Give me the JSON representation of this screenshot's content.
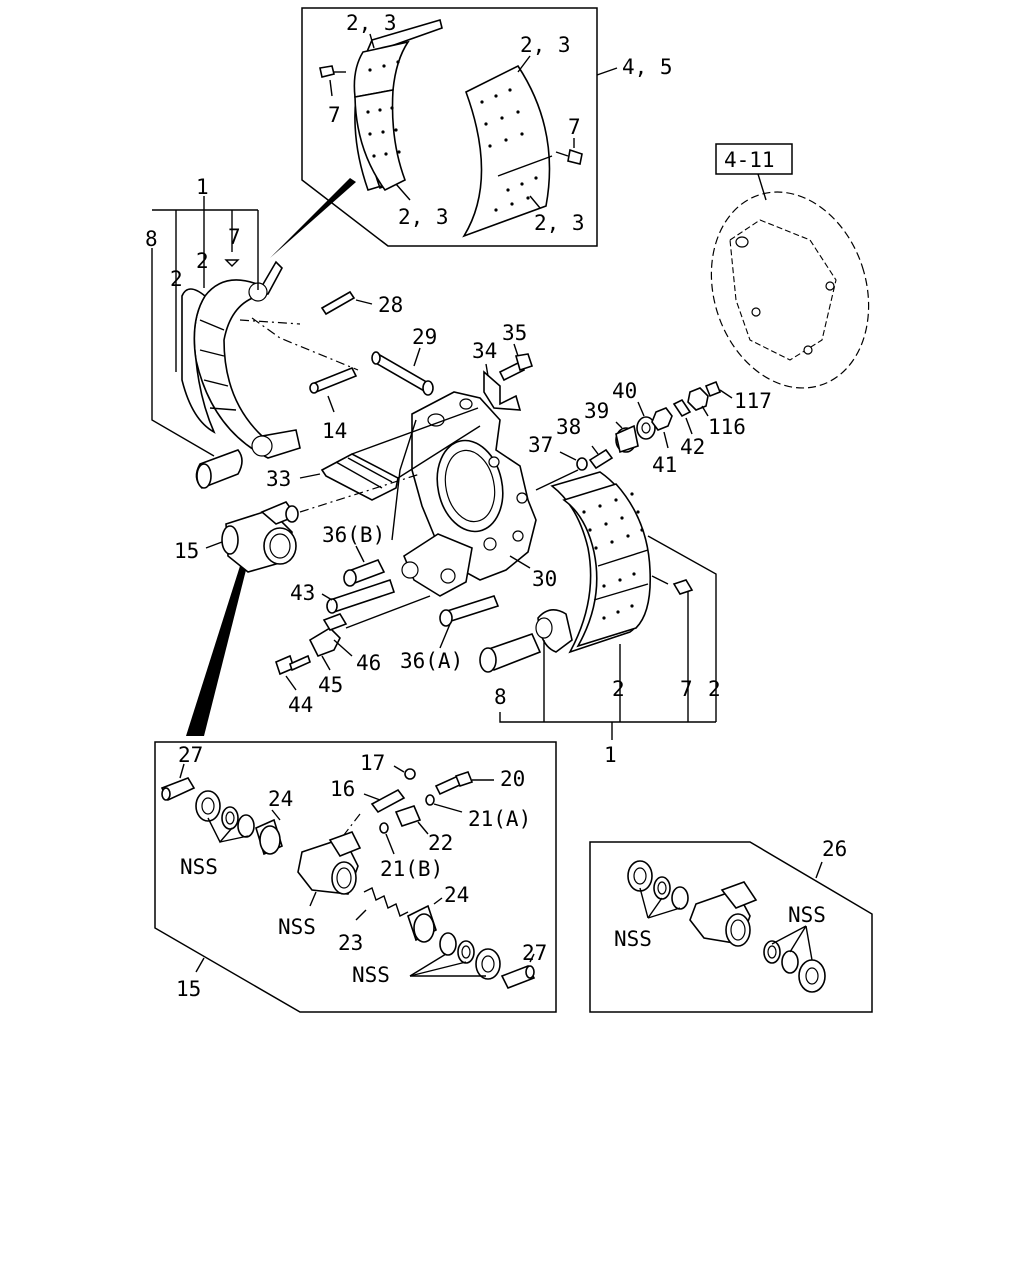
{
  "labels": {
    "shoe_lining_top_a": "2, 3",
    "shoe_lining_top_b": "2, 3",
    "shoe_lining_bottom_a": "2, 3",
    "shoe_lining_bottom_b": "2, 3",
    "lining_set": "4, 5",
    "rivet_top_left": "7",
    "rivet_top_right": "7",
    "ref_backing_plate": "4-11",
    "shoe_assy_left": "1",
    "left_8": "8",
    "left_2a": "2",
    "left_2b": "2",
    "left_7": "7",
    "p28": "28",
    "p29": "29",
    "p14": "14",
    "p34": "34",
    "p35": "35",
    "p40": "40",
    "p39": "39",
    "p38": "38",
    "p37": "37",
    "p41": "41",
    "p42": "42",
    "p116": "116",
    "p117": "117",
    "p33": "33",
    "p15": "15",
    "p36b": "36(B)",
    "p30": "30",
    "p43": "43",
    "p36a": "36(A)",
    "p46": "46",
    "p45": "45",
    "p44": "44",
    "right_8": "8",
    "right_2a": "2",
    "right_7": "7",
    "right_2b": "2",
    "shoe_assy_right": "1",
    "d15_27a": "27",
    "d15_17": "17",
    "d15_16": "16",
    "d15_20": "20",
    "d15_24a": "24",
    "d15_21a": "21(A)",
    "d15_nss_a": "NSS",
    "d15_22": "22",
    "d15_21b": "21(B)",
    "d15_nss_b": "NSS",
    "d15_24b": "24",
    "d15_23": "23",
    "d15_27b": "27",
    "d15_nss_c": "NSS",
    "d15_ref": "15",
    "d26_ref": "26",
    "d26_nss_a": "NSS",
    "d26_nss_b": "NSS"
  }
}
